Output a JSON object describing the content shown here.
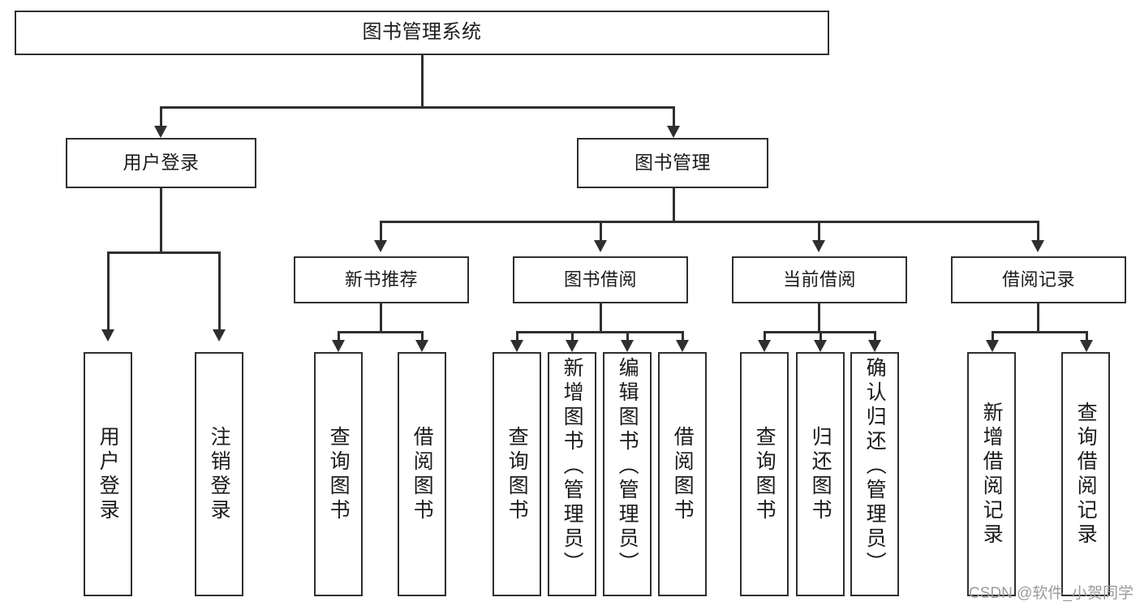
{
  "diagram": {
    "title": "图书管理系统",
    "watermark": "CSDN @软件_小贺同学",
    "line_color": "#2f2f2f",
    "box_fill": "#ffffff",
    "text_color": "#1b1b1b",
    "watermark_color": "#9b9b9b"
  },
  "nodes": {
    "root": {
      "label": "图书管理系统"
    },
    "level2": [
      {
        "label": "用户登录"
      },
      {
        "label": "图书管理"
      }
    ],
    "level3": [
      {
        "label": "新书推荐"
      },
      {
        "label": "图书借阅"
      },
      {
        "label": "当前借阅"
      },
      {
        "label": "借阅记录"
      }
    ],
    "leaves": {
      "user_login": [
        {
          "label": "用户登录"
        },
        {
          "label": "注销登录"
        }
      ],
      "new_book_recommend": [
        {
          "label": "查询图书"
        },
        {
          "label": "借阅图书"
        }
      ],
      "book_borrow": [
        {
          "label": "查询图书"
        },
        {
          "label": "新增图书（管理员）"
        },
        {
          "label": "编辑图书（管理员）"
        },
        {
          "label": "借阅图书"
        }
      ],
      "current_borrow": [
        {
          "label": "查询图书"
        },
        {
          "label": "归还图书"
        },
        {
          "label": "确认归还（管理员）"
        }
      ],
      "borrow_record": [
        {
          "label": "新增借阅记录"
        },
        {
          "label": "查询借阅记录"
        }
      ]
    }
  }
}
